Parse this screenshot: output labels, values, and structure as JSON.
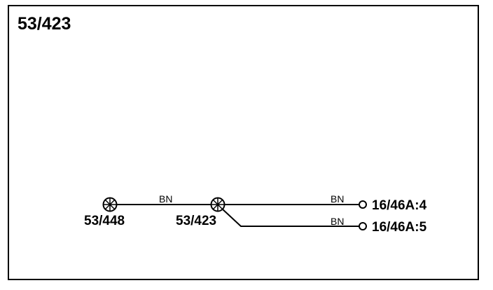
{
  "diagram": {
    "title": "53/423",
    "splices": [
      {
        "label": "53/448"
      },
      {
        "label": "53/423"
      }
    ],
    "wires": [
      {
        "color_code": "BN"
      },
      {
        "color_code": "BN"
      },
      {
        "color_code": "BN"
      }
    ],
    "terminals": [
      {
        "label": "16/46A:4"
      },
      {
        "label": "16/46A:5"
      }
    ],
    "line_color": "#000000",
    "background_color": "#ffffff"
  }
}
